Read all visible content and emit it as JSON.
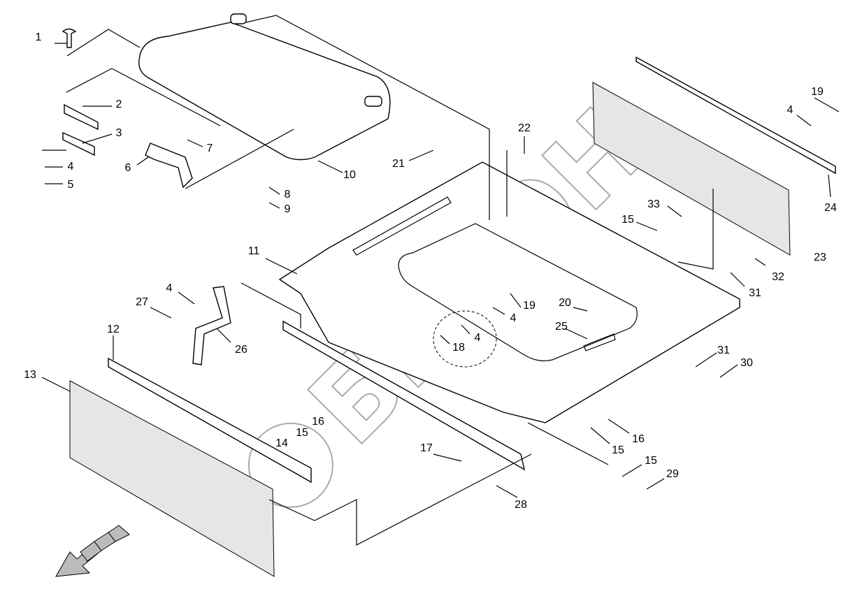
{
  "diagram": {
    "watermark": "БИЗОН",
    "callouts": [
      "1",
      "2",
      "3",
      "4",
      "5",
      "6",
      "7",
      "8",
      "9",
      "10",
      "22",
      "21",
      "19",
      "4",
      "24",
      "33",
      "15",
      "23",
      "32",
      "31",
      "11",
      "4",
      "27",
      "19",
      "4",
      "20",
      "25",
      "4",
      "18",
      "26",
      "12",
      "13",
      "31",
      "30",
      "16",
      "15",
      "14",
      "17",
      "16",
      "15",
      "15",
      "29",
      "28"
    ],
    "direction_arrow": "front-direction-arrow"
  }
}
